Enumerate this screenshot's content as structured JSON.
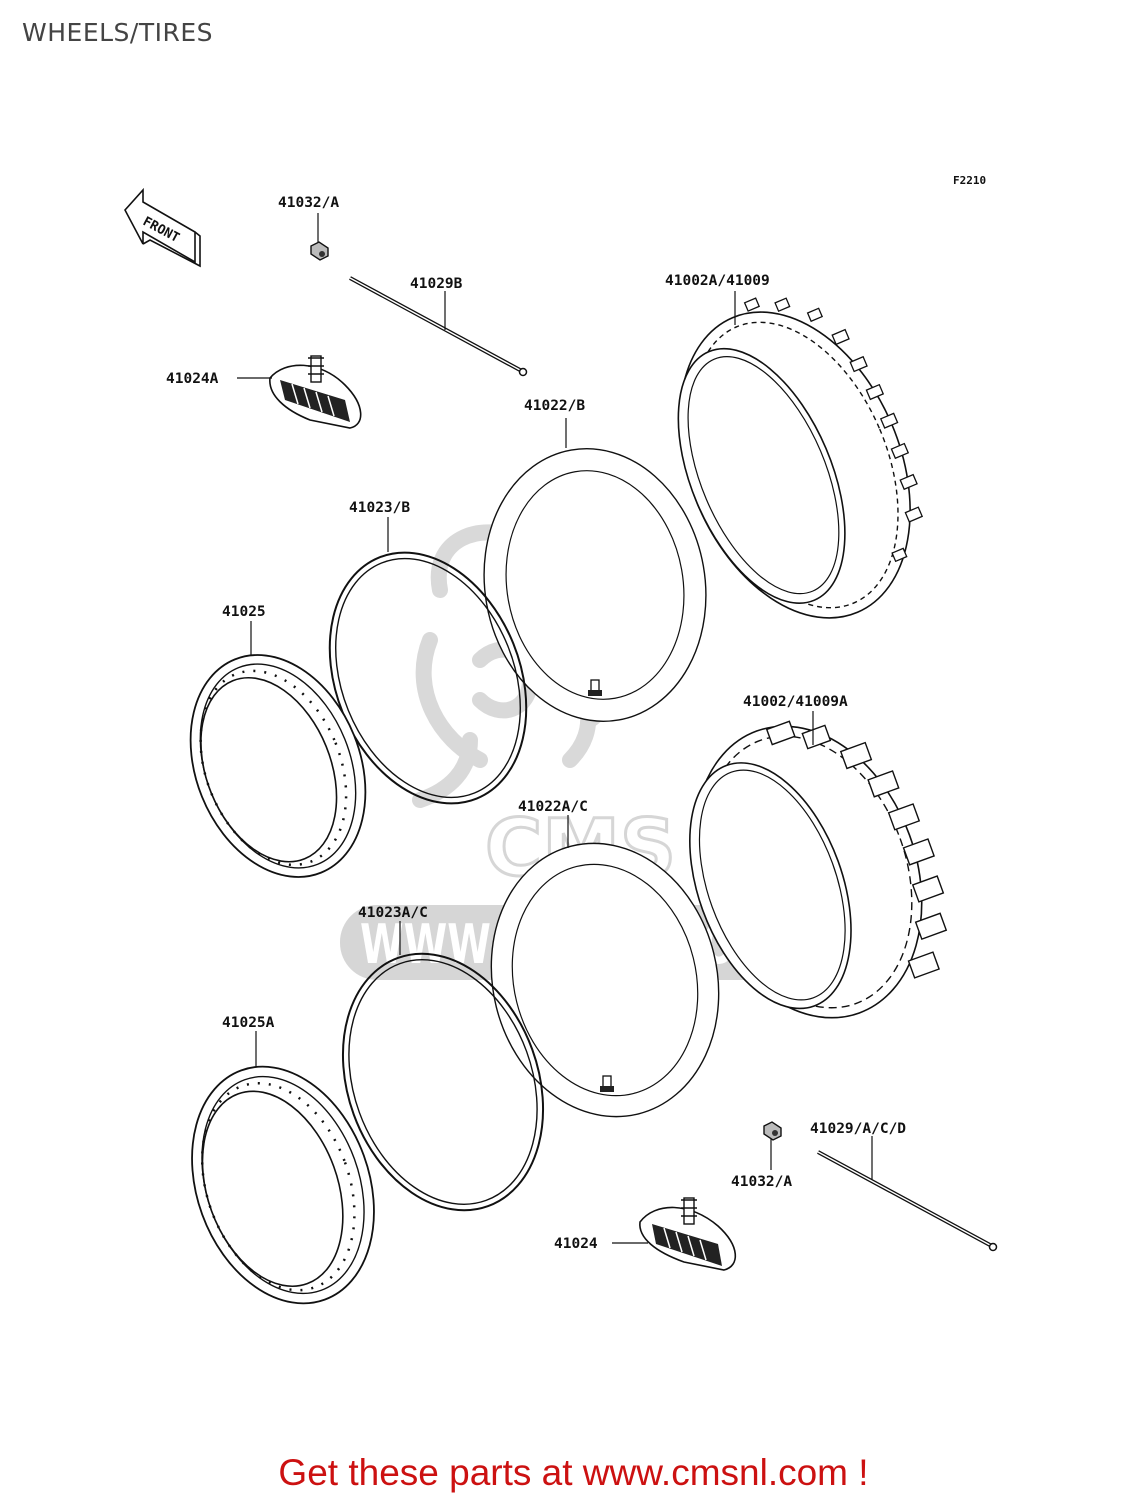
{
  "title": "WHEELS/TIRES",
  "ref_code": "F2210",
  "front_label": "FRONT",
  "watermark": {
    "brand": "CMS",
    "url": "WWW.CMSNL.COM"
  },
  "labels": {
    "p41032_a_top": "41032/A",
    "p41029b": "41029B",
    "p41024a": "41024A",
    "p41002a": "41002A/41009",
    "p41022b": "41022/B",
    "p41023b": "41023/B",
    "p41025": "41025",
    "p41002": "41002/41009A",
    "p41022a": "41022A/C",
    "p41023a": "41023A/C",
    "p41025a": "41025A",
    "p41029": "41029/A/C/D",
    "p41032_a_bottom": "41032/A",
    "p41024": "41024"
  },
  "footer_text": "Get these parts at www.cmsnl.com !",
  "colors": {
    "footer": "#cc1111",
    "title": "#444444",
    "watermark": "#d6d6d6"
  }
}
